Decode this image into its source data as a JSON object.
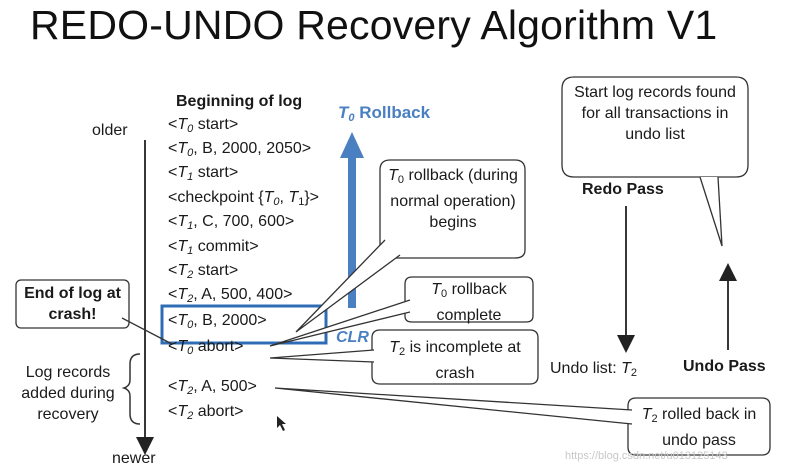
{
  "title": "REDO-UNDO Recovery Algorithm V1",
  "log_header": "Beginning of log",
  "log_entries": [
    {
      "pre": "<",
      "t": "T",
      "s": "0",
      "post": " start>"
    },
    {
      "pre": "<",
      "t": "T",
      "s": "0",
      "post": ", B, 2000, 2050>"
    },
    {
      "pre": "<",
      "t": "T",
      "s": "1",
      "post": " start>"
    },
    {
      "pre": "<checkpoint {",
      "t": "T",
      "s": "0",
      "post": ", T1}>"
    },
    {
      "pre": "<",
      "t": "T",
      "s": "1",
      "post": ", C, 700, 600>"
    },
    {
      "pre": "<",
      "t": "T",
      "s": "1",
      "post": " commit>"
    },
    {
      "pre": "<",
      "t": "T",
      "s": "2",
      "post": " start>"
    },
    {
      "pre": "<",
      "t": "T",
      "s": "2",
      "post": ", A, 500, 400>"
    },
    {
      "pre": "<",
      "t": "T",
      "s": "0",
      "post": ", B, 2000>"
    },
    {
      "pre": "<",
      "t": "T",
      "s": "0",
      "post": " abort>"
    },
    {
      "pre": "<",
      "t": "T",
      "s": "2",
      "post": ", A, 500>"
    },
    {
      "pre": "<",
      "t": "T",
      "s": "2",
      "post": " abort>"
    }
  ],
  "axis": {
    "older": "older",
    "newer": "newer"
  },
  "rollback_label": {
    "t": "T",
    "s": "0",
    "text": " Rollback"
  },
  "clr_label": "CLR",
  "end_of_log": "End of log at crash!",
  "log_records_added": "Log records added during recovery",
  "callouts": {
    "t0_rollback_begins": "T0 rollback (during normal operation) begins",
    "t0_rollback_complete": "T0 rollback complete",
    "t2_incomplete": "T2 is incomplete at crash",
    "t2_rolled_back": "T2 rolled back in undo pass",
    "start_log_records": "Start log records found for all transactions in undo list"
  },
  "redo_pass": "Redo Pass",
  "undo_pass": "Undo Pass",
  "undo_list": {
    "text": "Undo list: ",
    "t": "T",
    "s": "2"
  },
  "watermark": "https://blog.csdn.net/u013125143",
  "colors": {
    "accent": "#4a7fc1",
    "box": "#2e6db5"
  }
}
